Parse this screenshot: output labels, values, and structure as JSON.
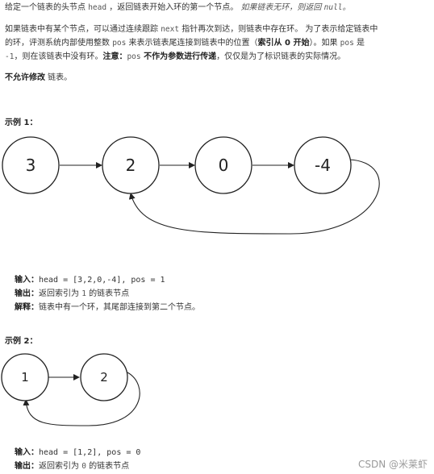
{
  "intro": {
    "p1_a": "给定一个链表的头节点 ",
    "p1_code": "head",
    "p1_b": " ，返回链表开始入环的第一个节点。 ",
    "p1_italic_a": "如果链表无环，则返回 ",
    "p1_italic_code": "null",
    "p1_italic_b": "。",
    "p2_l1_a": "如果链表中有某个节点，可以通过连续跟踪 ",
    "p2_l1_code": "next",
    "p2_l1_b": " 指针再次到达，则链表中存在环。 为了表示给定链表中",
    "p2_l2_a": "的环，评测系统内部使用整数 ",
    "p2_l2_code": "pos",
    "p2_l2_b": " 来表示链表尾连接到链表中的位置（",
    "p2_l2_bold": "索引从 0 开始",
    "p2_l2_c": "）。如果 ",
    "p2_l2_code2": "pos",
    "p2_l2_d": " 是",
    "p2_l3_code": "-1",
    "p2_l3_a": "，则在该链表中没有环。",
    "p2_l3_bold1": "注意：",
    "p2_l3_code2": "pos",
    "p2_l3_bold2": " 不作为参数进行传递",
    "p2_l3_b": "，仅仅是为了标识链表的实际情况。",
    "p3_bold": "不允许修改",
    "p3_rest": " 链表。"
  },
  "example1": {
    "heading": "示例 1：",
    "nodes": [
      "3",
      "2",
      "0",
      "-4"
    ],
    "input_label": "输入：",
    "input_value": "head = [3,2,0,-4], pos = 1",
    "output_label": "输出：",
    "output_a": "返回索引为 ",
    "output_code": "1",
    "output_b": " 的链表节点",
    "explain_label": "解释：",
    "explain_value": "链表中有一个环，其尾部连接到第二个节点。"
  },
  "example2": {
    "heading": "示例 2：",
    "nodes": [
      "1",
      "2"
    ],
    "input_label": "输入：",
    "input_value": "head = [1,2], pos = 0",
    "output_label": "输出：",
    "output_a": "返回索引为 ",
    "output_code": "0",
    "output_b": " 的链表节点"
  },
  "watermark": "CSDN @米莱虾"
}
